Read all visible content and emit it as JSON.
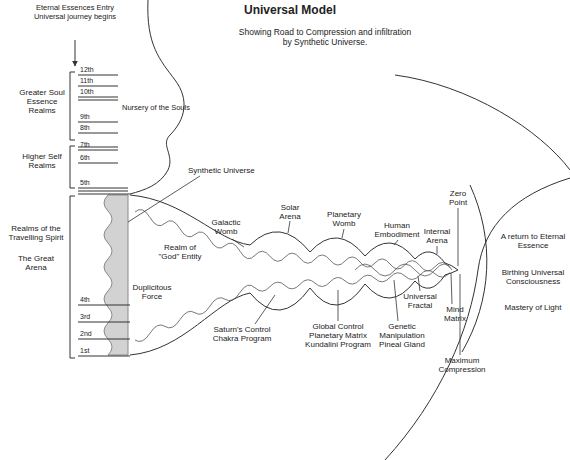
{
  "diagram": {
    "title": "Universal Model",
    "labels": [
      "Showing Road to Compression and infiltration by Synthetic Universe.",
      "Eternal Essences Entry Universal journey begins",
      "12th",
      "11th",
      "10th",
      "Nursery of the Souls",
      "9th",
      "8th",
      "Greater Soul Essence Realms",
      "7th",
      "6th",
      "Higher Self Realms",
      "5th",
      "Synthetic Universe",
      "Realms of the Travelling Spirit",
      "The Great Arena",
      "Realm of \"God\" Entity",
      "Galactic Womb",
      "Solar Arena",
      "Planetary Womb",
      "Human Embodiment",
      "Zero Point",
      "Internal Arena",
      "A return to Eternal Essence",
      "Duplicitous Force",
      "Universal Fractal",
      "Mind Matrix",
      "Birthing Universal Consciousness",
      "Mastery of Light",
      "4th",
      "3rd",
      "2nd",
      "1st",
      "Saturn's Control Chakra Program",
      "Global Control Planetary Matrix Kundalini Program",
      "Genetic Manipulation Pineal Gland",
      "Maximum Compression"
    ]
  }
}
